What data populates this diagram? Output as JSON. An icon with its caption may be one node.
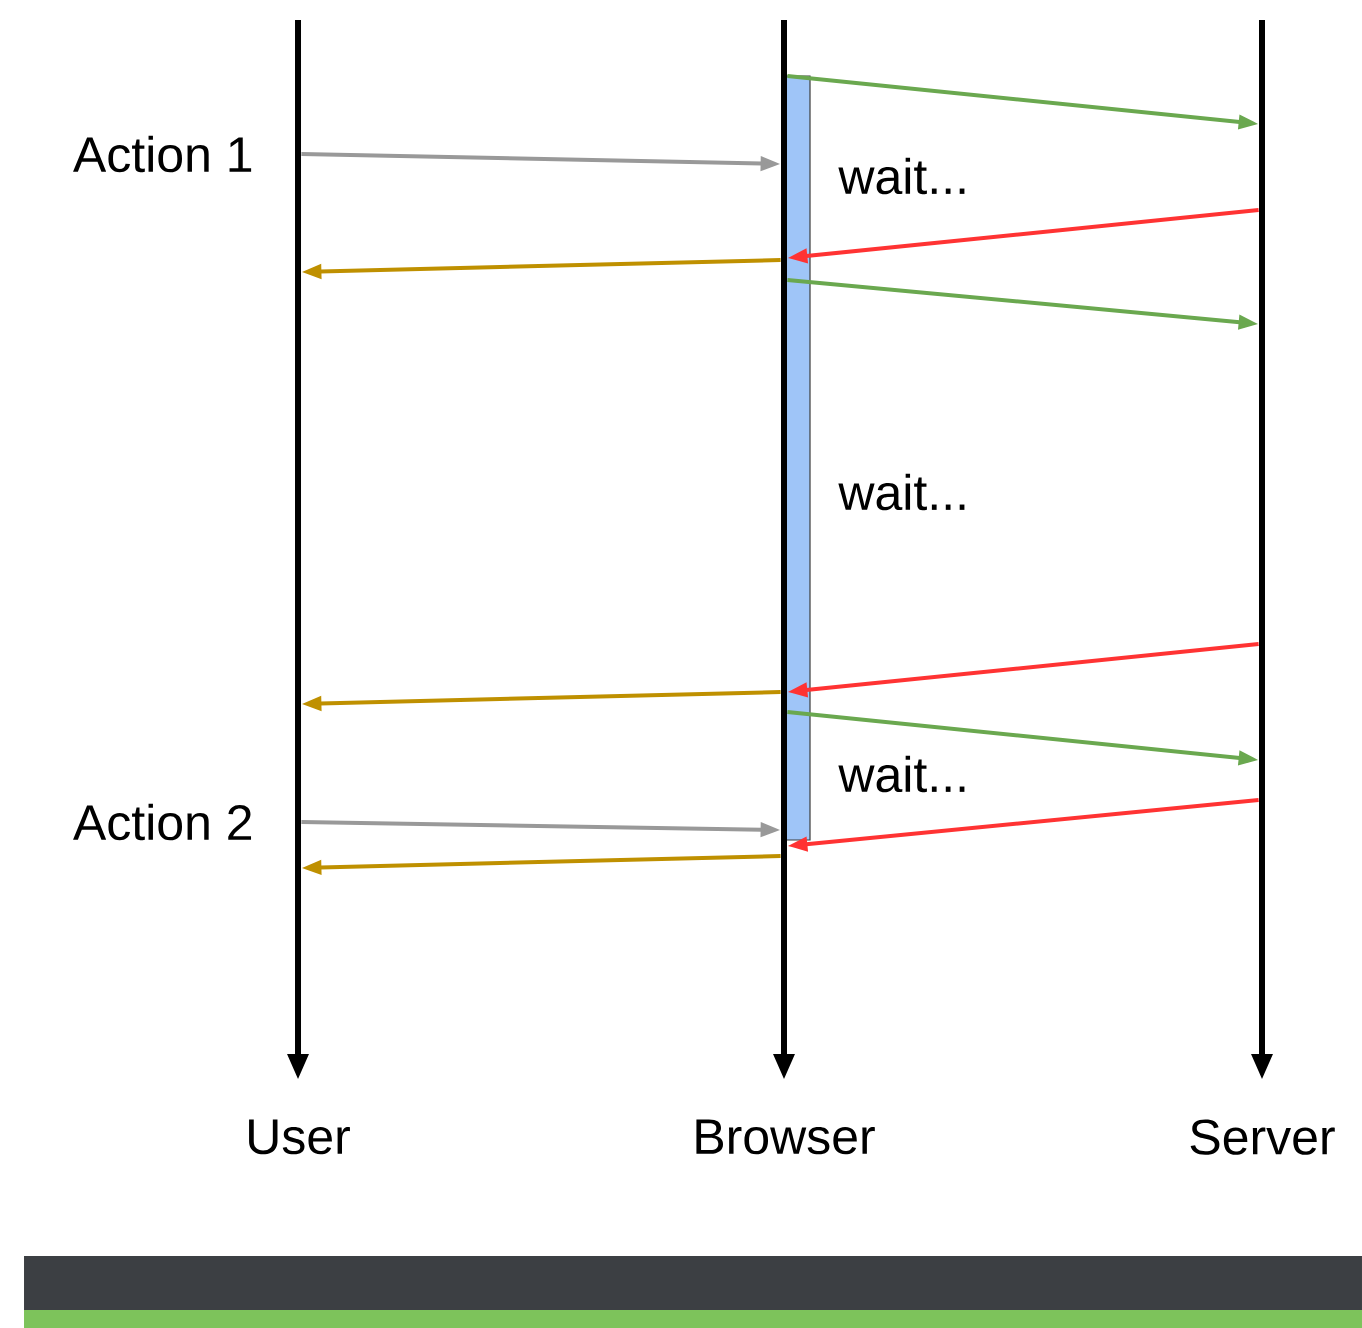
{
  "diagram": {
    "nodes": [
      {
        "text": [
          "User"
        ]
      },
      {
        "text": [
          "Browser"
        ]
      },
      {
        "text": [
          "Server"
        ]
      }
    ],
    "edges": [
      {
        "from": 1,
        "to": 2,
        "arrow": "to",
        "color": "#6aa84f"
      },
      {
        "from": 0,
        "to": 1,
        "arrow": "to",
        "color": "#999999"
      },
      {
        "from": 2,
        "to": 1,
        "arrow": "to",
        "color": "#ff3333"
      },
      {
        "from": 1,
        "to": 0,
        "arrow": "to",
        "color": "#bf9000"
      },
      {
        "from": 1,
        "to": 2,
        "arrow": "to",
        "color": "#6aa84f"
      },
      {
        "from": 2,
        "to": 1,
        "arrow": "to",
        "color": "#ff3333"
      },
      {
        "from": 1,
        "to": 0,
        "arrow": "to",
        "color": "#bf9000"
      },
      {
        "from": 1,
        "to": 2,
        "arrow": "to",
        "color": "#6aa84f"
      },
      {
        "from": 2,
        "to": 1,
        "arrow": "to",
        "color": "#ff3333"
      },
      {
        "from": 0,
        "to": 1,
        "arrow": "to",
        "color": "#999999"
      },
      {
        "from": 1,
        "to": 0,
        "arrow": "to",
        "color": "#bf9000"
      }
    ],
    "labels": [
      "Action 1",
      "wait...",
      "wait...",
      "Action 2",
      "wait..."
    ]
  }
}
